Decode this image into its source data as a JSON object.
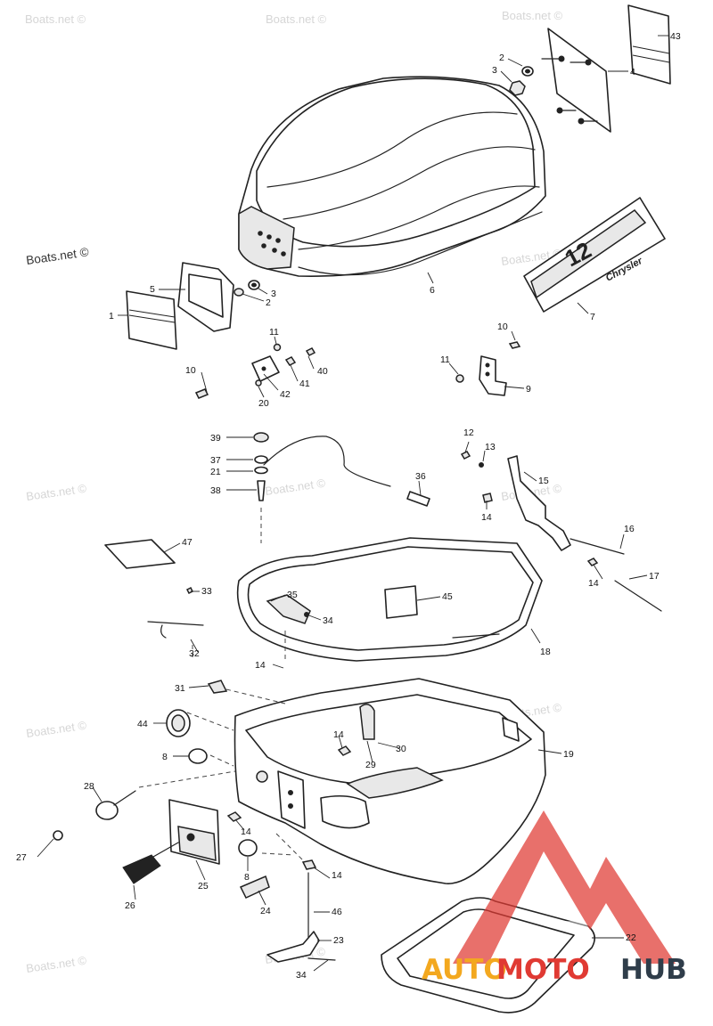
{
  "watermarks": {
    "site_text": "Boats.net ©",
    "logo_auto": "AUTO",
    "logo_moto": "MOTO",
    "logo_hub": "HUB"
  },
  "decal": {
    "model_number": "12",
    "brand": "Chrysler"
  },
  "colors": {
    "line": "#222222",
    "watermark": "#d6d6d6",
    "logo_red": "#e03a33",
    "logo_orange": "#f3a81f",
    "logo_dark": "#2f3d4a"
  },
  "callouts": {
    "c1": "1",
    "c2a": "2",
    "c2b": "2",
    "c3a": "3",
    "c3b": "3",
    "c4": "4",
    "c5": "5",
    "c6": "6",
    "c7": "7",
    "c8a": "8",
    "c8b": "8",
    "c9": "9",
    "c10a": "10",
    "c10b": "10",
    "c11a": "11",
    "c11b": "11",
    "c12": "12",
    "c13": "13",
    "c14a": "14",
    "c14b": "14",
    "c14c": "14",
    "c14d": "14",
    "c14e": "14",
    "c14f": "14",
    "c15": "15",
    "c16": "16",
    "c17": "17",
    "c18": "18",
    "c19": "19",
    "c20": "20",
    "c21": "21",
    "c22": "22",
    "c23": "23",
    "c24": "24",
    "c25": "25",
    "c26": "26",
    "c27": "27",
    "c28": "28",
    "c29": "29",
    "c30": "30",
    "c31": "31",
    "c32": "32",
    "c33": "33",
    "c34a": "34",
    "c34b": "34",
    "c35": "35",
    "c36": "36",
    "c37": "37",
    "c38": "38",
    "c39": "39",
    "c40": "40",
    "c41": "41",
    "c42": "42",
    "c43": "43",
    "c44": "44",
    "c45": "45",
    "c46": "46",
    "c47": "47"
  }
}
